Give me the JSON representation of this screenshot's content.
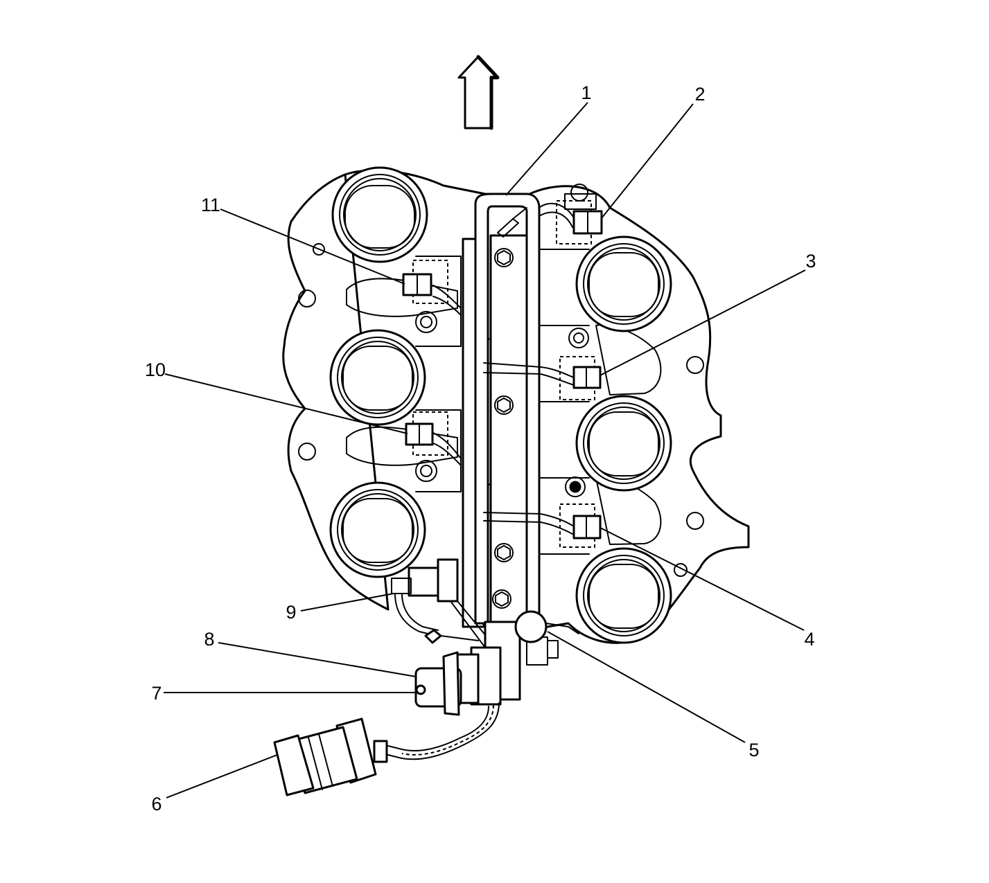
{
  "figure": {
    "direction_indicator": "up-arrow-icon",
    "callouts": [
      {
        "id": "1",
        "text": "1"
      },
      {
        "id": "2",
        "text": "2"
      },
      {
        "id": "3",
        "text": "3"
      },
      {
        "id": "4",
        "text": "4"
      },
      {
        "id": "5",
        "text": "5"
      },
      {
        "id": "6",
        "text": "6"
      },
      {
        "id": "7",
        "text": "7"
      },
      {
        "id": "8",
        "text": "8"
      },
      {
        "id": "9",
        "text": "9"
      },
      {
        "id": "10",
        "text": "10"
      },
      {
        "id": "11",
        "text": "11"
      }
    ]
  }
}
